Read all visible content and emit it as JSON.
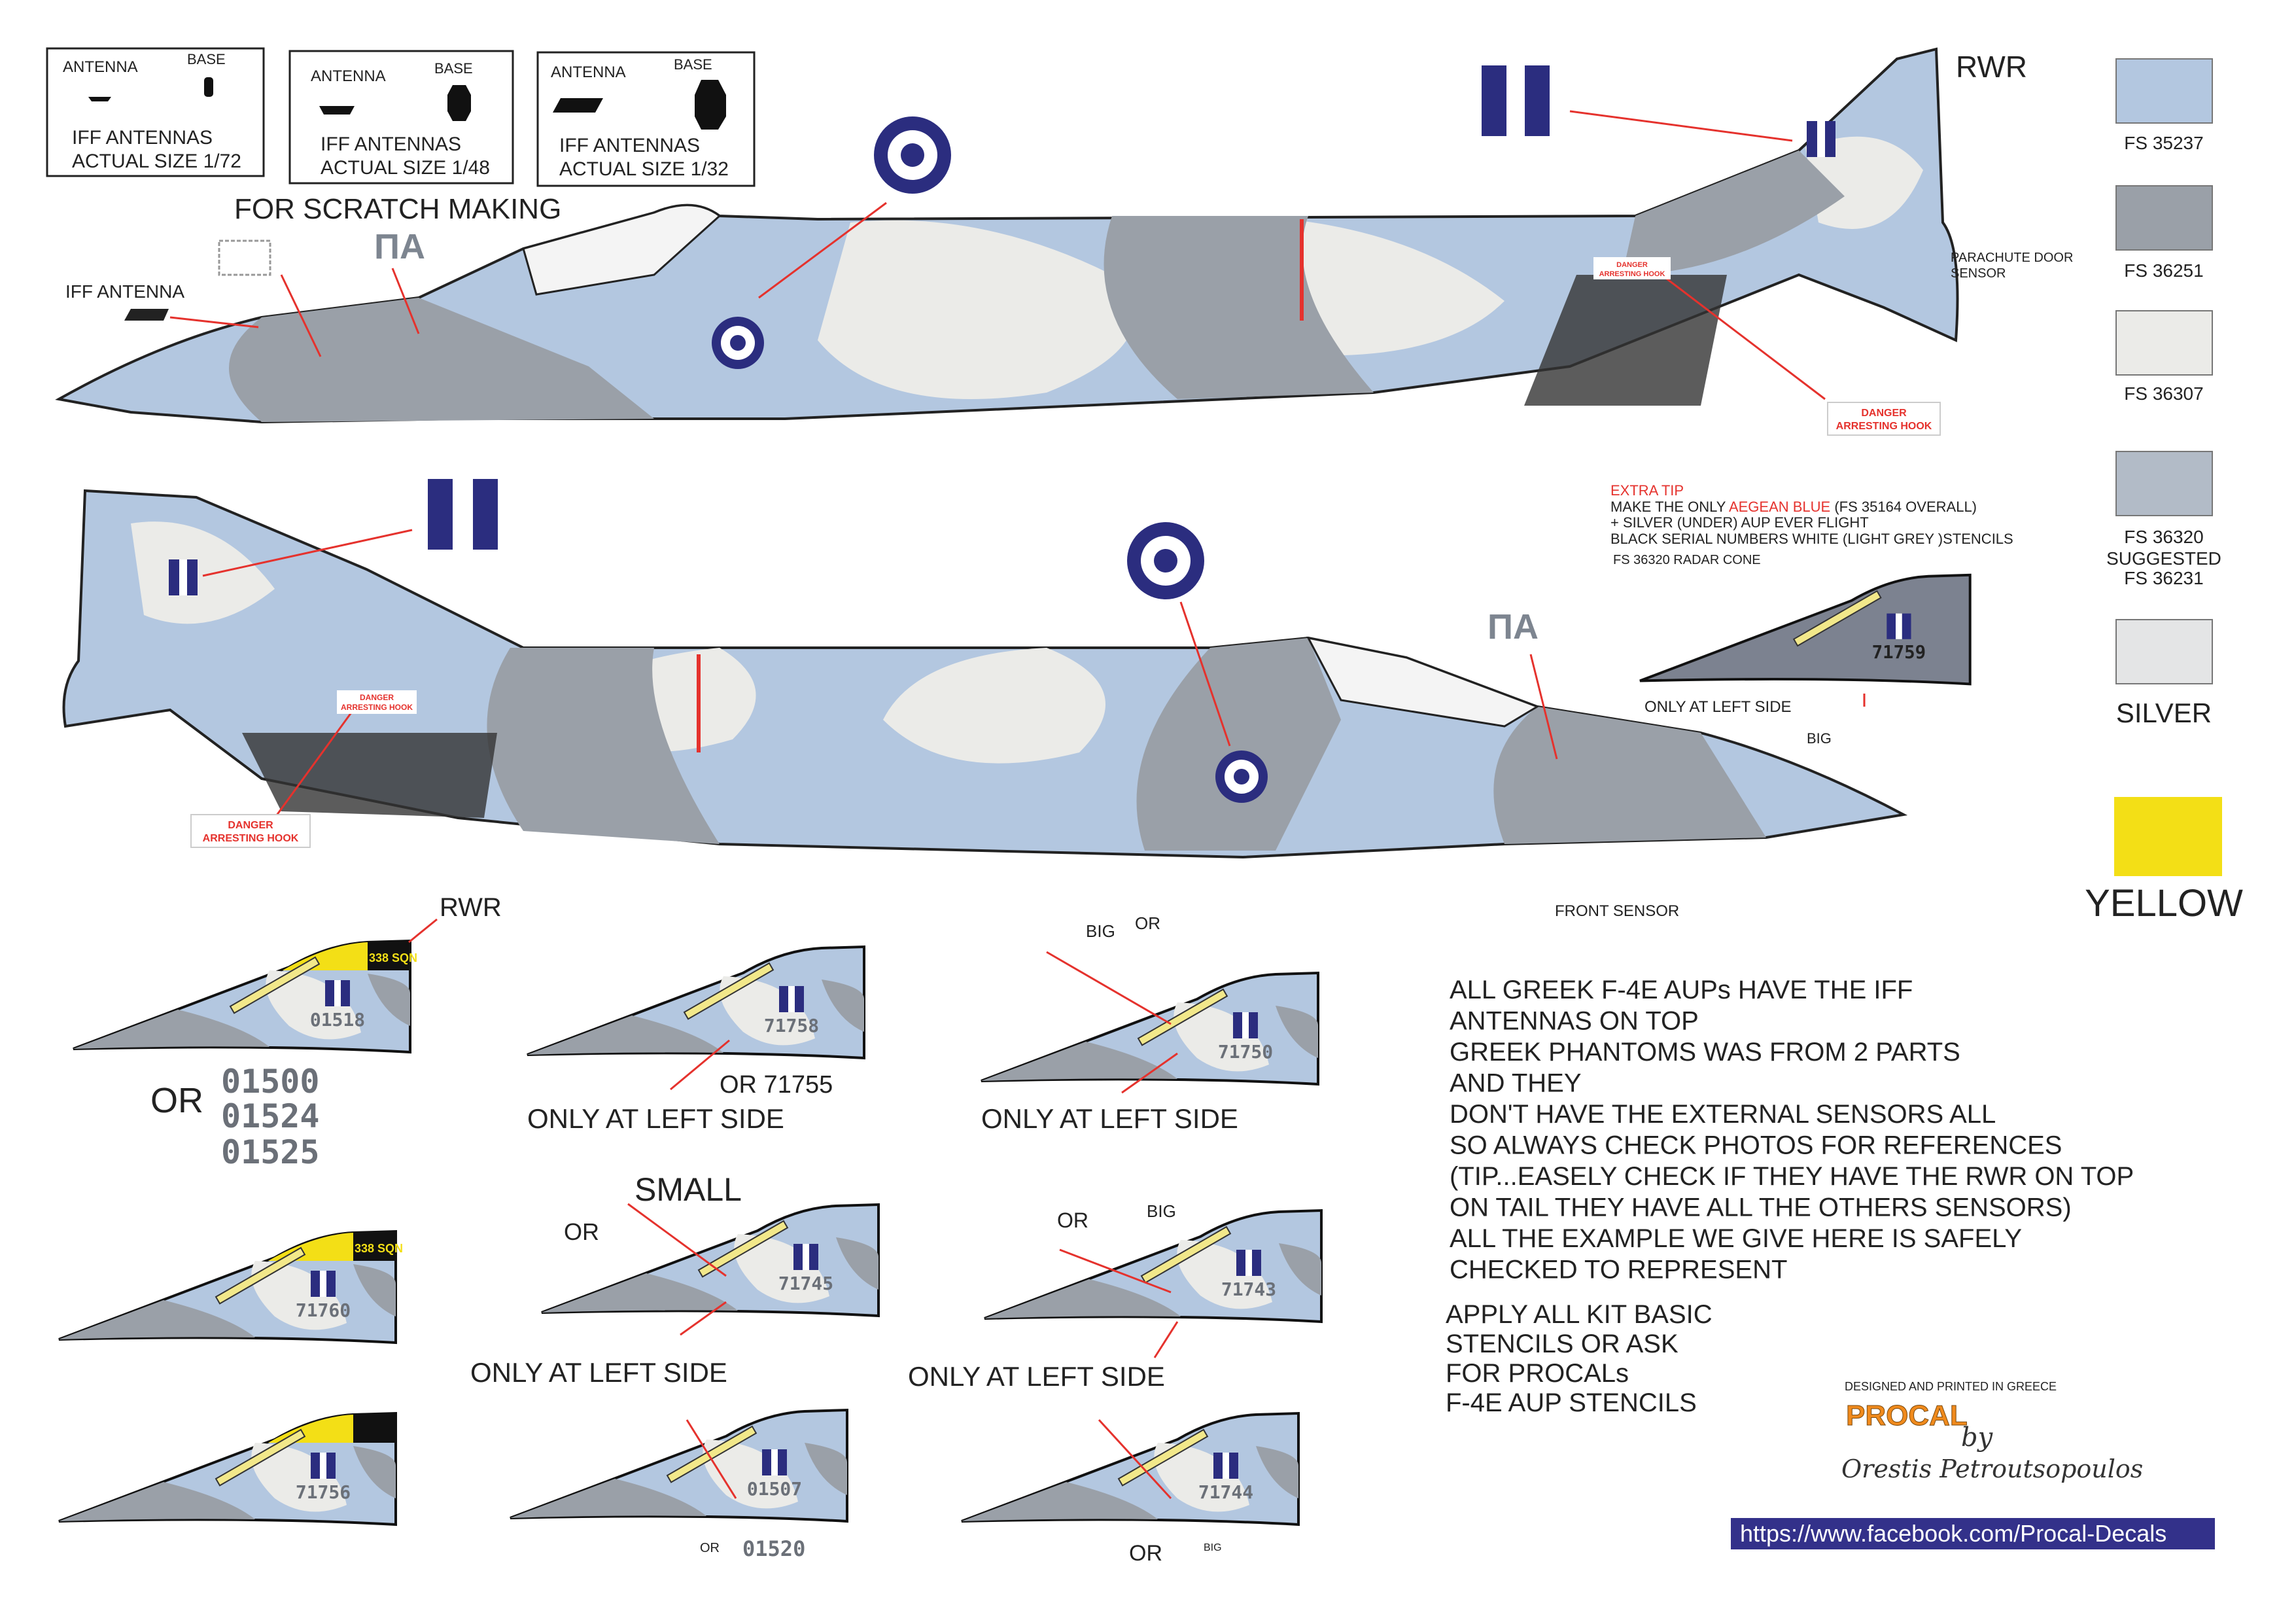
{
  "antenna_boxes": [
    {
      "antenna": "ANTENNA",
      "base": "BASE",
      "line1": "IFF ANTENNAS",
      "line2": "ACTUAL SIZE 1/72"
    },
    {
      "antenna": "ANTENNA",
      "base": "BASE",
      "line1": "IFF ANTENNAS",
      "line2": "ACTUAL SIZE 1/48"
    },
    {
      "antenna": "ANTENNA",
      "base": "BASE",
      "line1": "IFF ANTENNAS",
      "line2": "ACTUAL SIZE 1/32"
    }
  ],
  "labels": {
    "scratch": "FOR SCRATCH MAKING",
    "pa": "ΠΑ",
    "iff_antenna": "IFF ANTENNA",
    "rwr": "RWR",
    "parachute_1": "PARACHUTE DOOR",
    "parachute_2": "SENSOR",
    "danger": "DANGER",
    "arresting_hook": "ARRESTING HOOK",
    "front_sensor": "FRONT SENSOR",
    "only_left": "ONLY AT LEFT SIDE",
    "or": "OR",
    "big": "BIG",
    "small": "SMALL",
    "or_71755": "OR 71755",
    "alt_serials": [
      "01500",
      "01524",
      "01525"
    ],
    "alt_serial_01520": "01520",
    "sqn": "338 SQN"
  },
  "swatches": [
    {
      "color": "#b3c7e0",
      "label": "FS 35237"
    },
    {
      "color": "#9aa0a8",
      "label": "FS 36251"
    },
    {
      "color": "#ebebe8",
      "label": "FS 36307"
    },
    {
      "color": "#b2bbc7",
      "label": "FS 36320",
      "note1": "SUGGESTED",
      "note2": "FS 36231"
    },
    {
      "color": "#e4e5e6",
      "label": "SILVER"
    },
    {
      "color": "#f3df16",
      "label": "YELLOW"
    }
  ],
  "extra_tip": {
    "title": "EXTRA TIP",
    "line1_a": "MAKE THE ONLY ",
    "line1_b": "AEGEAN BLUE",
    "line1_c": " (FS 35164 OVERALL)",
    "line2": "+ SILVER (UNDER) AUP EVER FLIGHT",
    "line3": "BLACK SERIAL NUMBERS WHITE (LIGHT GREY )STENCILS",
    "line4": "FS 36320 RADAR CONE"
  },
  "tails": [
    {
      "serial": "01518",
      "band": "yellow"
    },
    {
      "serial": "71758",
      "band": "none"
    },
    {
      "serial": "71750",
      "band": "none"
    },
    {
      "serial": "71760",
      "band": "yellow"
    },
    {
      "serial": "71745",
      "band": "none"
    },
    {
      "serial": "71743",
      "band": "none"
    },
    {
      "serial": "71756",
      "band": "yellow-black"
    },
    {
      "serial": "01507",
      "band": "none"
    },
    {
      "serial": "71744",
      "band": "none"
    },
    {
      "serial": "71759",
      "band": "grey"
    }
  ],
  "notes": [
    "ALL GREEK F-4E AUPs HAVE THE IFF",
    "ANTENNAS ON TOP",
    "GREEK PHANTOMS WAS FROM 2 PARTS",
    "AND THEY",
    "DON'T HAVE THE EXTERNAL SENSORS ALL",
    "SO ALWAYS CHECK PHOTOS FOR REFERENCES",
    "(TIP...EASELY CHECK IF THEY HAVE THE RWR ON TOP",
    "ON TAIL THEY HAVE ALL THE OTHERS SENSORS)",
    "ALL THE EXAMPLE WE GIVE HERE IS SAFELY",
    "CHECKED TO REPRESENT"
  ],
  "apply": [
    "APPLY ALL KIT BASIC",
    " STENCILS OR ASK",
    "FOR PROCALs",
    "F-4E AUP STENCILS"
  ],
  "credits": {
    "designed": "DESIGNED AND PRINTED IN GREECE",
    "brand": "PROCAL",
    "by": "by",
    "author": "Orestis Petroutsopoulos",
    "url": "https://www.facebook.com/Procal-Decals"
  },
  "colors": {
    "roundel_blue": "#2b2d7f",
    "accent_red": "#e5322d",
    "brand_orange": "#f08a1c",
    "url_bar": "#33318a"
  }
}
